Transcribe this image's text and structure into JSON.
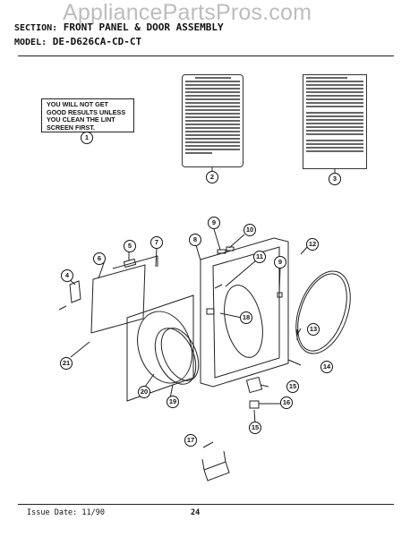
{
  "watermark": "AppliancePartsPros.com",
  "header": {
    "section_key": "SECTION:",
    "section_value": "FRONT PANEL & DOOR ASSEMBLY",
    "model_key": "MODEL:",
    "model_value": "DE-D626CA-CD-CT"
  },
  "callout_lines": [
    "YOU WILL NOT GET",
    "GOOD RESULTS UNLESS",
    "YOU CLEAN THE LINT",
    "SCREEN FIRST."
  ],
  "part_numbers": [
    "1",
    "2",
    "3",
    "4",
    "5",
    "6",
    "7",
    "8",
    "9",
    "9",
    "10",
    "11",
    "12",
    "13",
    "14",
    "15",
    "15",
    "16",
    "17",
    "18",
    "19",
    "20",
    "21"
  ],
  "footer": {
    "issue_date": "Issue Date: 11/90",
    "page_number": "24"
  }
}
